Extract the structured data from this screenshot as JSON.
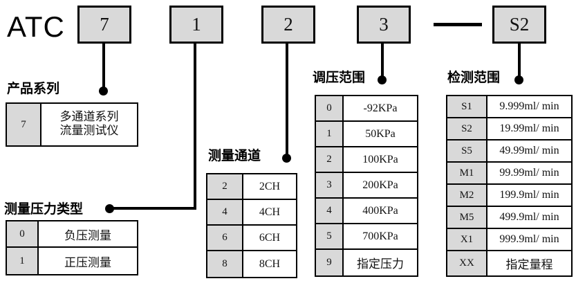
{
  "title_code": {
    "brand": "ATC",
    "segments": [
      {
        "name": "series",
        "value": "7"
      },
      {
        "name": "pressure-type",
        "value": "1"
      },
      {
        "name": "channels",
        "value": "2"
      },
      {
        "name": "pressure-range",
        "value": "3"
      },
      {
        "name": "detection-range",
        "value": "S2"
      }
    ],
    "separator": "—"
  },
  "sections": {
    "product_series": {
      "caption": "产品系列",
      "rows": [
        {
          "code": "7",
          "value_line1": "多通道系列",
          "value_line2": "流量测试仪"
        }
      ]
    },
    "pressure_type": {
      "caption": "测量压力类型",
      "rows": [
        {
          "code": "0",
          "value": "负压测量"
        },
        {
          "code": "1",
          "value": "正压测量"
        }
      ]
    },
    "channels": {
      "caption": "测量通道",
      "rows": [
        {
          "code": "2",
          "value": "2CH"
        },
        {
          "code": "4",
          "value": "4CH"
        },
        {
          "code": "6",
          "value": "6CH"
        },
        {
          "code": "8",
          "value": "8CH"
        }
      ]
    },
    "pressure_range": {
      "caption": "调压范围",
      "rows": [
        {
          "code": "0",
          "value": "-92KPa"
        },
        {
          "code": "1",
          "value": "50KPa"
        },
        {
          "code": "2",
          "value": "100KPa"
        },
        {
          "code": "3",
          "value": "200KPa"
        },
        {
          "code": "4",
          "value": "400KPa"
        },
        {
          "code": "5",
          "value": "700KPa"
        },
        {
          "code": "9",
          "value": "指定压力"
        }
      ]
    },
    "detection_range": {
      "caption": "检测范围",
      "rows": [
        {
          "code": "S1",
          "value": "9.999ml/ min"
        },
        {
          "code": "S2",
          "value": "19.99ml/ min"
        },
        {
          "code": "S5",
          "value": "49.99ml/ min"
        },
        {
          "code": "M1",
          "value": "99.99ml/ min"
        },
        {
          "code": "M2",
          "value": "199.9ml/ min"
        },
        {
          "code": "M5",
          "value": "499.9ml/ min"
        },
        {
          "code": "X1",
          "value": "999.9ml/ min"
        },
        {
          "code": "XX",
          "value": "指定量程"
        }
      ]
    }
  },
  "colors": {
    "code_fill": "#d9d9d9",
    "stroke": "#000000",
    "background": "#ffffff"
  }
}
